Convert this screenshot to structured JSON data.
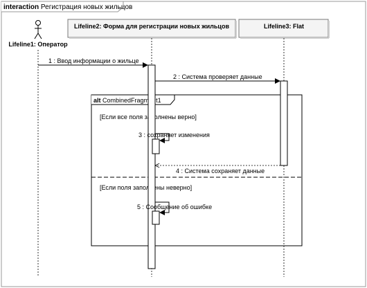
{
  "interaction": {
    "keyword": "interaction",
    "name": "Регистрация новых жильцов"
  },
  "lifelines": [
    {
      "title": "Lifeline1: Оператор"
    },
    {
      "title": "Lifeline2: Форма для регистрации новых жильцов"
    },
    {
      "title": "Lifeline3: Flat"
    }
  ],
  "messages": [
    {
      "label": "1 : Ввод информации о жильце"
    },
    {
      "label": "2 : Система проверяет данные"
    },
    {
      "label": "3 : сохраняет изменения"
    },
    {
      "label": "4 : Система сохраняет данные"
    },
    {
      "label": "5 : Сообщение об ошибке"
    }
  ],
  "fragment": {
    "keyword": "alt",
    "name": "CombinedFragment1",
    "guards": [
      "[Если все поля заполнены верно]",
      "[Если поля заполнены неверно]"
    ]
  }
}
